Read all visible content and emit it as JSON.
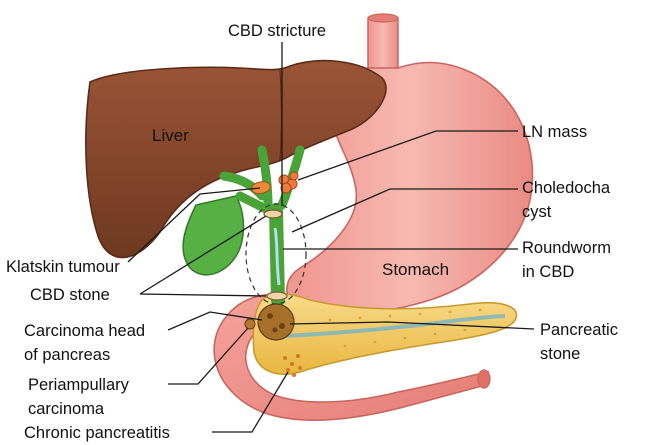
{
  "organs": {
    "liver": "Liver",
    "stomach": "Stomach"
  },
  "labels": {
    "cbd_stricture": "CBD stricture",
    "ln_mass": "LN mass",
    "choledochal_cyst_1": "Choledocha",
    "choledochal_cyst_2": "cyst",
    "roundworm_1": "Roundworm",
    "roundworm_2": "in CBD",
    "pancreatic_stone_1": "Pancreatic",
    "pancreatic_stone_2": "stone",
    "klatskin": "Klatskin tumour",
    "cbd_stone": "CBD stone",
    "ca_head_1": "Carcinoma head",
    "ca_head_2": "of pancreas",
    "periampullary_1": "Periampullary",
    "periampullary_2": "carcinoma",
    "chronic_pancreatitis": "Chronic pancreatitis"
  },
  "colors": {
    "liver": "#8a4a2e",
    "stomach": "#f4a49b",
    "gallbladder": "#4caf3a",
    "pancreas": "#f2c85a",
    "duodenum": "#f08c86"
  }
}
